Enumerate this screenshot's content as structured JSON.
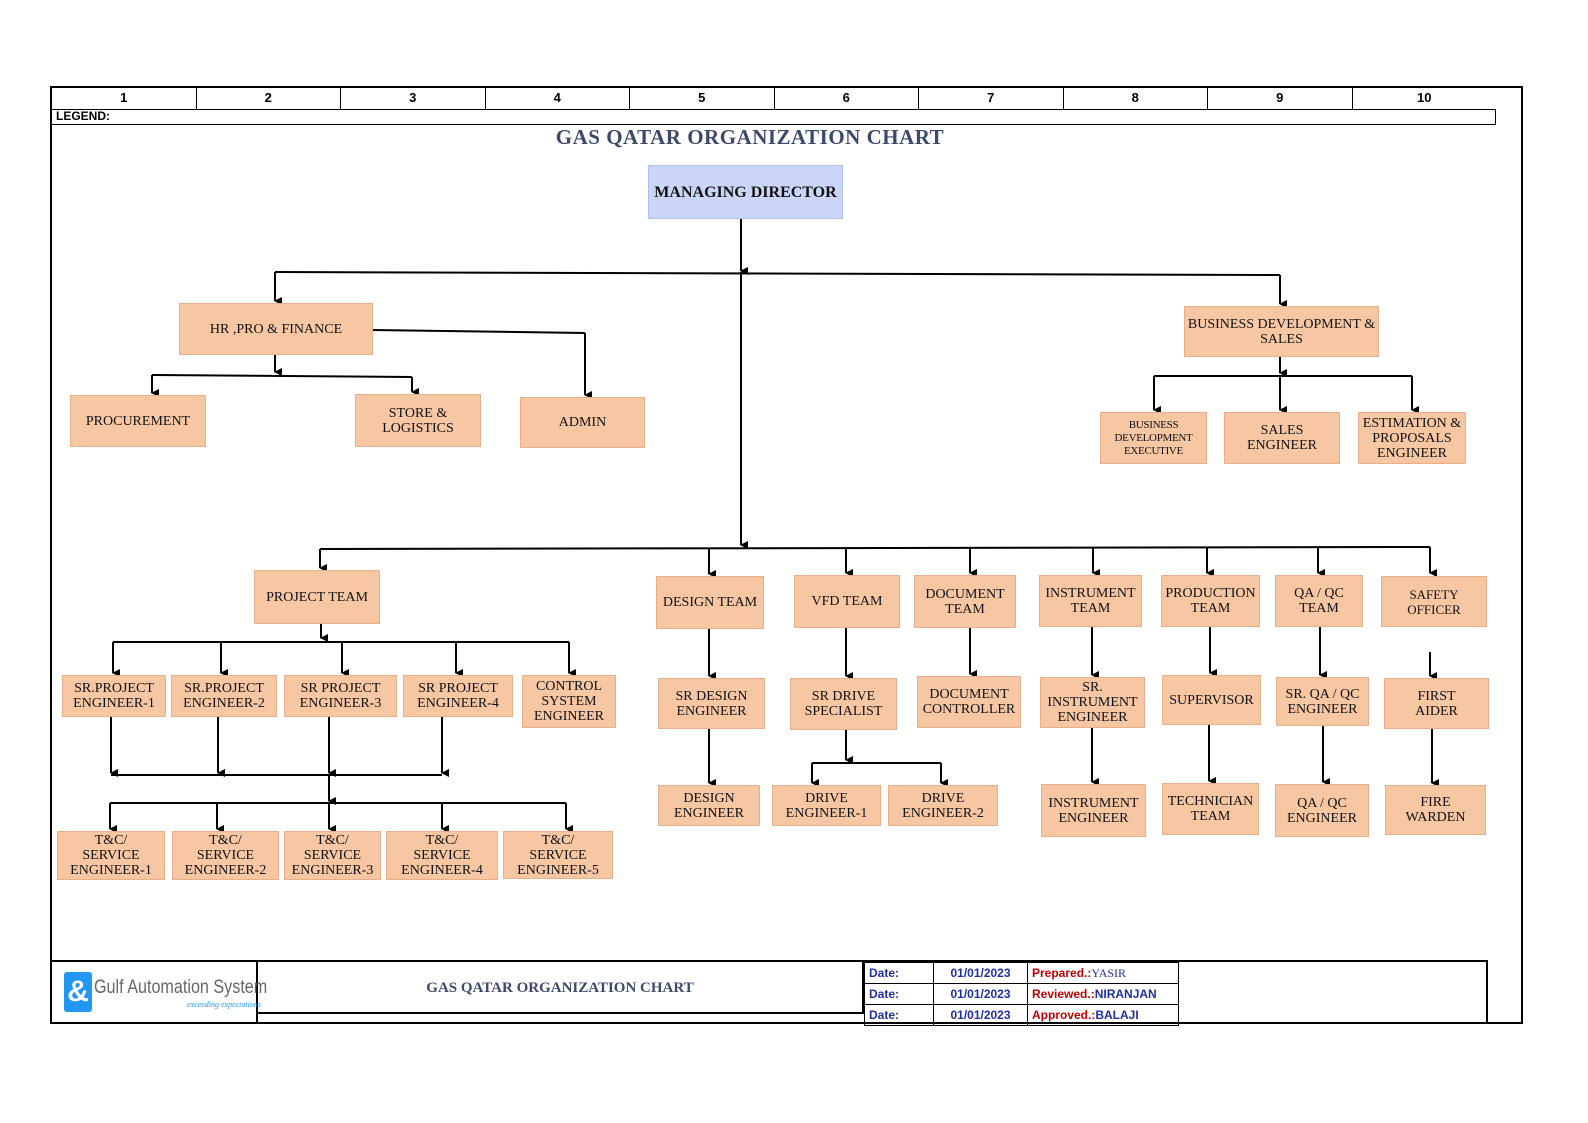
{
  "ruler": [
    "1",
    "2",
    "3",
    "4",
    "5",
    "6",
    "7",
    "8",
    "9",
    "10"
  ],
  "legend_label": "LEGEND:",
  "title": "GAS QATAR ORGANIZATION CHART",
  "boxes": {
    "md": "MANAGING DIRECTOR",
    "hr": "HR ,PRO & FINANCE",
    "bds": "BUSINESS DEVELOPMENT &\nSALES",
    "procurement": "PROCUREMENT",
    "store": "STORE &\nLOGISTICS",
    "admin": "ADMIN",
    "bde": "BUSINESS\nDEVELOPMENT\nEXECUTIVE",
    "sales_eng": "SALES\nENGINEER",
    "estimation": "ESTIMATION &\nPROPOSALS\nENGINEER",
    "project_team": "PROJECT TEAM",
    "design_team": "DESIGN TEAM",
    "vfd_team": "VFD TEAM",
    "document_team": "DOCUMENT\nTEAM",
    "instrument_team": "INSTRUMENT\nTEAM",
    "production_team": "PRODUCTION\nTEAM",
    "qaqc_team": "QA / QC\nTEAM",
    "safety_officer": "SAFETY\nOFFICER",
    "spe1": "SR.PROJECT\nENGINEER-1",
    "spe2": "SR.PROJECT\nENGINEER-2",
    "spe3": "SR PROJECT\nENGINEER-3",
    "spe4": "SR PROJECT\nENGINEER-4",
    "control": "CONTROL\nSYSTEM\nENGINEER",
    "sr_design": "SR DESIGN\nENGINEER",
    "sr_drive": "SR DRIVE\nSPECIALIST",
    "doc_controller": "DOCUMENT\nCONTROLLER",
    "sr_instrument": "SR.\nINSTRUMENT\nENGINEER",
    "supervisor": "SUPERVISOR",
    "sr_qaqc": "SR. QA / QC\nENGINEER",
    "first_aider": "FIRST\nAIDER",
    "design_eng": "DESIGN\nENGINEER",
    "drive1": "DRIVE\nENGINEER-1",
    "drive2": "DRIVE\nENGINEER-2",
    "instrument_eng": "INSTRUMENT\nENGINEER",
    "technician": "TECHNICIAN\nTEAM",
    "qaqc_eng": "QA / QC\nENGINEER",
    "fire_warden": "FIRE\nWARDEN",
    "tc1": "T&C/\nSERVICE\nENGINEER-1",
    "tc2": "T&C/\nSERVICE\nENGINEER-2",
    "tc3": "T&C/\nSERVICE\nENGINEER-3",
    "tc4": "T&C/\nSERVICE\nENGINEER-4",
    "tc5": "T&C/\nSERVICE\nENGINEER-5"
  },
  "footer": {
    "logo_mark": "&",
    "logo_name": "Gulf Automation System",
    "logo_tagline": "exceeding expectations",
    "title": "GAS QATAR ORGANIZATION CHART",
    "rows": [
      {
        "label": "Date:",
        "date": "01/01/2023",
        "sign_key": "Prepared.:",
        "sign_val": "YASIR"
      },
      {
        "label": "Date:",
        "date": "01/01/2023",
        "sign_key": "Reviewed.:",
        "sign_val": "NIRANJAN"
      },
      {
        "label": "Date:",
        "date": "01/01/2023",
        "sign_key": "Approved.:",
        "sign_val": "BALAJI"
      }
    ]
  },
  "colors": {
    "box": "#f7c6a3",
    "md_box": "#c9d6f7",
    "title": "#3b4a6b"
  }
}
